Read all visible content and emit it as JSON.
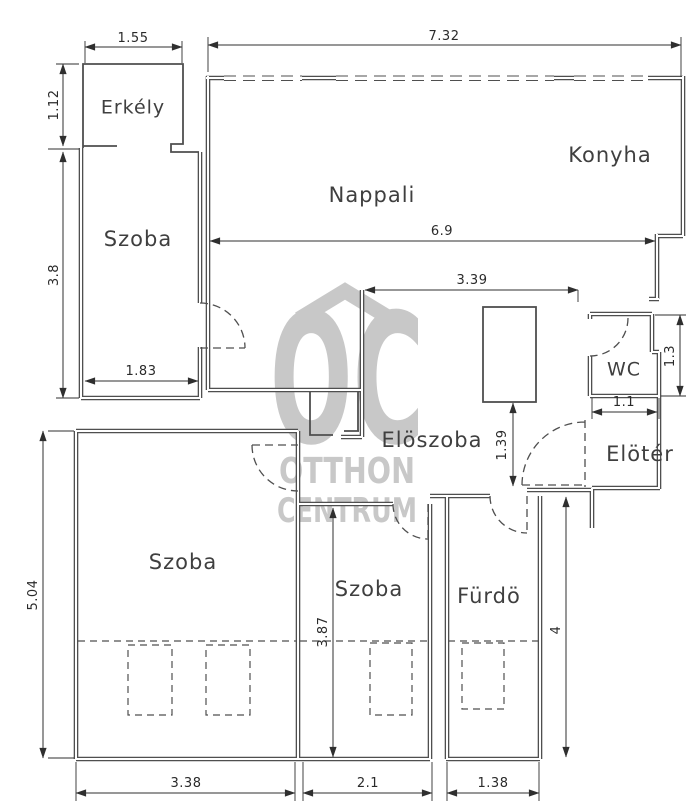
{
  "rooms": {
    "erkely": "Erkély",
    "szoba_upper": "Szoba",
    "nappali": "Nappali",
    "konyha": "Konyha",
    "eloszoba": "Elöszoba",
    "wc": "WC",
    "eloter": "Elötér",
    "szoba_lower_left": "Szoba",
    "szoba_lower_mid": "Szoba",
    "furdo": "Fürdö"
  },
  "dims": {
    "erkely_w": "1.55",
    "erkely_h": "1.12",
    "main_w": "7.32",
    "szoba_upper_h": "3.8",
    "szoba_upper_w": "1.83",
    "nappali_w": "6.9",
    "eloszoba_w": "3.39",
    "wc_h": "1.3",
    "wc_w": "1.1",
    "eloszoba_h": "1.39",
    "lower_left_h": "5.04",
    "szoba_mid_h": "3.87",
    "furdo_h": "4",
    "szoba_lower_left_w": "3.38",
    "szoba_mid_w": "2.1",
    "furdo_w": "1.38"
  },
  "watermark": {
    "logo": "OC",
    "line1": "OTTHON",
    "line2": "CENTRUM"
  },
  "colors": {
    "background": "#ffffff",
    "wall": "#4f4f4f",
    "dimension": "#2f2f2f",
    "label": "#3f3f3f",
    "watermark": "#c8c8c8"
  }
}
